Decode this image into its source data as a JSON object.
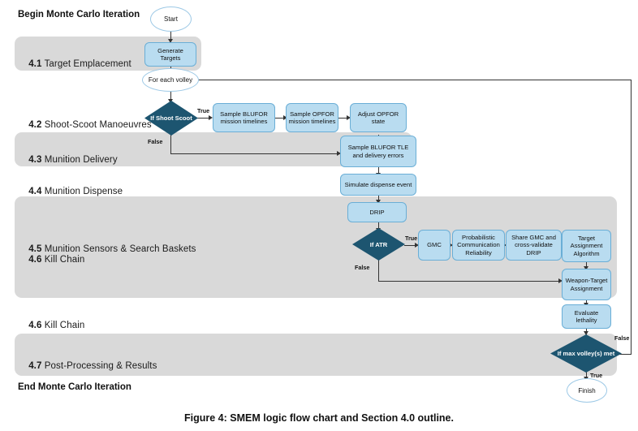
{
  "figure": {
    "caption": "Figure 4: SMEM logic flow chart and Section 4.0 outline."
  },
  "bookends": {
    "begin": "Begin Monte Carlo Iteration",
    "end": "End Monte Carlo Iteration"
  },
  "sections": [
    {
      "number": "4.1",
      "title": " Target Emplacement",
      "banded": true
    },
    {
      "number": "4.2",
      "title": " Shoot-Scoot Manoeuvres",
      "banded": false
    },
    {
      "number": "4.3",
      "title": " Munition Delivery",
      "banded": true
    },
    {
      "number": "4.4",
      "title": " Munition Dispense",
      "banded": false
    },
    {
      "number": "4.5",
      "title": " Munition Sensors & Search Baskets",
      "banded": true
    },
    {
      "number": "4.6",
      "title": " Kill Chain",
      "banded": true
    },
    {
      "number": "4.6b",
      "title": " Kill Chain",
      "banded": false
    },
    {
      "number": "4.7",
      "title": " Post-Processing & Results",
      "banded": true
    }
  ],
  "section_rows": {
    "r41_num": "4.1",
    "r41_title": " Target Emplacement",
    "r42_num": "4.2",
    "r42_title": " Shoot-Scoot Manoeuvres",
    "r43_num": "4.3",
    "r43_title": " Munition Delivery",
    "r44_num": "4.4",
    "r44_title": " Munition Dispense",
    "r45_num": "4.5",
    "r45_title": " Munition Sensors & Search Baskets",
    "r46_num": "4.6",
    "r46_title": " Kill Chain",
    "r46b_num": "4.6",
    "r46b_title": " Kill Chain",
    "r47_num": "4.7",
    "r47_title": " Post-Processing & Results"
  },
  "nodes": {
    "start": "Start",
    "generate_targets": "Generate Targets",
    "for_each_volley": "For each volley",
    "if_shoot_scoot": "If Shoot Scoot",
    "sample_blufor_timelines": "Sample BLUFOR mission timelines",
    "sample_opfor_timelines": "Sample OPFOR mission timelines",
    "adjust_opfor_state": "Adjust OPFOR state",
    "sample_blufor_tle": "Sample BLUFOR TLE and delivery errors",
    "simulate_dispense": "Simulate dispense event",
    "drip": "DRIP",
    "if_atr": "If ATR",
    "gmc": "GMC",
    "prob_comm_reliability": "Probabilistic Communication Reliability",
    "share_gmc": "Share GMC and cross-validate DRIP",
    "target_assignment": "Target Assignment Algorithm",
    "weapon_target_assignment": "Weapon-Target Assignment",
    "evaluate_lethality": "Evaluate lethality",
    "if_max_volleys": "If max volley(s) met",
    "finish": "Finish"
  },
  "edge_labels": {
    "shoot_scoot_true": "True",
    "shoot_scoot_false": "False",
    "atr_true": "True",
    "atr_false": "False",
    "max_volleys_false": "False",
    "max_volleys_true": "True"
  },
  "colors": {
    "band": "#d9d9d9",
    "process_fill": "#b9dcf0",
    "process_border": "#6aaed6",
    "decision_fill": "#1d5570",
    "terminator_border": "#9dc9e6",
    "connector": "#333333"
  }
}
